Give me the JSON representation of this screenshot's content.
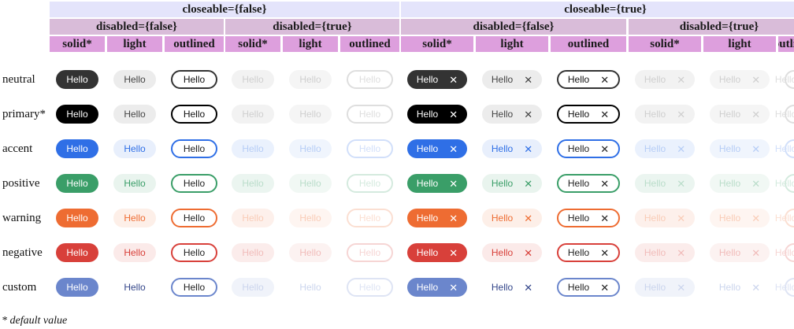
{
  "groups": {
    "closeable_false": "closeable={false}",
    "closeable_true": "closeable={true}",
    "disabled_false": "disabled={false}",
    "disabled_true": "disabled={true}"
  },
  "variants": [
    "solid*",
    "light",
    "outlined",
    "solid*",
    "light",
    "outlined",
    "solid*",
    "light",
    "outlined",
    "solid*",
    "light",
    "outlined"
  ],
  "rows": [
    {
      "label": "neutral"
    },
    {
      "label": "primary*"
    },
    {
      "label": "accent"
    },
    {
      "label": "positive"
    },
    {
      "label": "warning"
    },
    {
      "label": "negative"
    },
    {
      "label": "custom"
    }
  ],
  "chip_text": "Hello",
  "close_glyph": "✕",
  "footnote": "* default value",
  "colors": {
    "neutral": "#333333",
    "primary": "#000000",
    "accent": "#2f6fe6",
    "positive": "#3a9e68",
    "warning": "#ee6c32",
    "negative": "#d8403a",
    "custom": "#6b86cc"
  }
}
